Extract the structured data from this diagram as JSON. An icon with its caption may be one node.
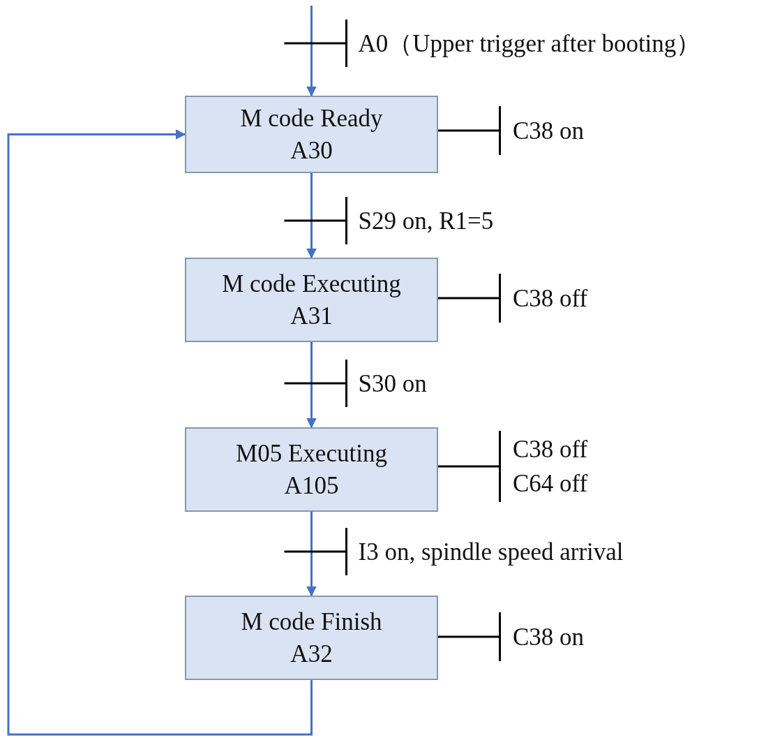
{
  "diagram": {
    "nodes": [
      {
        "text": [
          "M code Ready",
          "A30"
        ]
      },
      {
        "text": [
          "C38 on"
        ]
      },
      {
        "text": [
          "M code Executing",
          "A31"
        ]
      },
      {
        "text": [
          "C38 off"
        ]
      },
      {
        "text": [
          "M05 Executing",
          "A105"
        ]
      },
      {
        "text": [
          "C38 off",
          "C64 off"
        ]
      },
      {
        "text": [
          "M code Finish",
          "A32"
        ]
      },
      {
        "text": [
          "C38 on"
        ]
      }
    ],
    "edges": [
      {
        "from": null,
        "to": 0,
        "arrow": "to",
        "label": "A0（Upper trigger after booting）"
      },
      {
        "from": 0,
        "to": 1,
        "arrow": "other",
        "color": "#000000"
      },
      {
        "from": 0,
        "to": 2,
        "arrow": "to",
        "label": "S29 on, R1=5"
      },
      {
        "from": 2,
        "to": 3,
        "arrow": "other",
        "color": "#000000"
      },
      {
        "from": 2,
        "to": 4,
        "arrow": "to",
        "label": "S30 on"
      },
      {
        "from": 4,
        "to": 5,
        "arrow": "other",
        "color": "#000000"
      },
      {
        "from": 4,
        "to": 6,
        "arrow": "to",
        "label": "I3 on, spindle speed arrival"
      },
      {
        "from": 6,
        "to": 7,
        "arrow": "other",
        "color": "#000000"
      },
      {
        "from": 6,
        "to": 0,
        "arrow": "to"
      }
    ]
  }
}
